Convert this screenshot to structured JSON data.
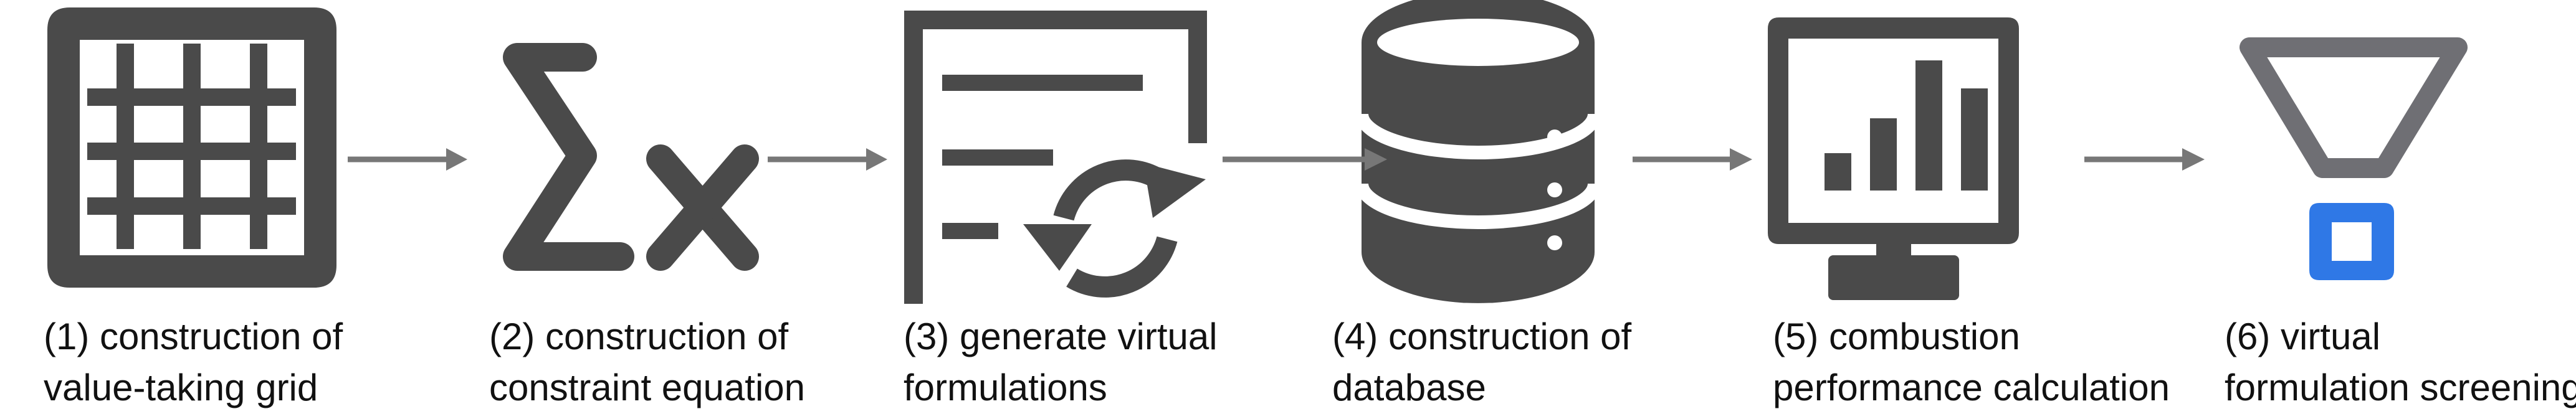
{
  "colors": {
    "icon_dark": "#4a4a4a",
    "funnel_gray": "#6f6f74",
    "accent_blue": "#2f78e6",
    "arrow": "#777777",
    "text": "#111111"
  },
  "steps": [
    {
      "icon": "grid-icon",
      "label_lines": [
        "(1) construction of",
        "value-taking grid"
      ]
    },
    {
      "icon": "sigma-times-icon",
      "label_lines": [
        "(2) construction of",
        "constraint equation"
      ]
    },
    {
      "icon": "document-refresh-icon",
      "label_lines": [
        "(3) generate virtual",
        "formulations"
      ]
    },
    {
      "icon": "database-icon",
      "label_lines": [
        "(4) construction of",
        "database"
      ]
    },
    {
      "icon": "monitor-chart-icon",
      "label_lines": [
        "(5) combustion",
        "performance calculation"
      ]
    },
    {
      "icon": "funnel-filter-icon",
      "label_lines": [
        "(6) virtual",
        "formulation screening"
      ]
    }
  ],
  "arrow_icon": "arrow-right-icon"
}
